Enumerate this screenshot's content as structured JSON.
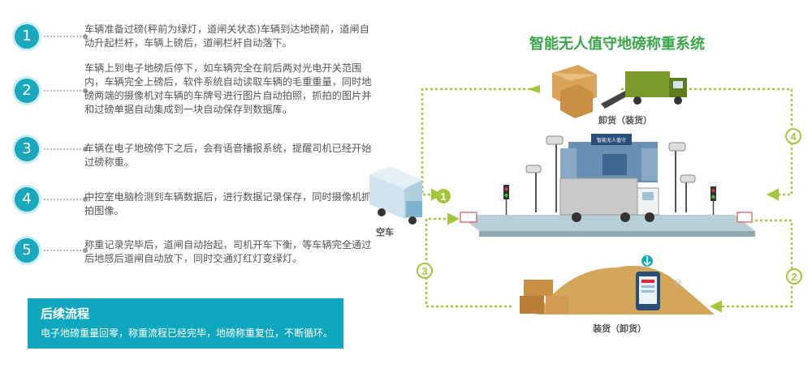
{
  "steps": [
    {
      "num": "1",
      "text": "车辆准备过磅(秤前为绿灯，道闸关状态)车辆到达地磅前，道闸自动升起栏杆，车辆上磅后，道闸栏杆自动落下。"
    },
    {
      "num": "2",
      "text": "车辆上到电子地磅后停下，如车辆完全在前后两对光电开关范围内，车辆完全上磅后，软件系统自动读取车辆的毛重重量，同时地磅两端的摄像机对车辆的车牌号进行图片自动拍照，抓拍的图片并和过磅单据自动集成到一块自动保存到数据库。"
    },
    {
      "num": "3",
      "text": "车辆在电子地磅停下之后，会有语音播报系统，提醒司机已经开始过磅称重。"
    },
    {
      "num": "4",
      "text": "中控室电脑检测到车辆数据后，进行数据记录保存，同时摄像机抓拍图像。"
    },
    {
      "num": "5",
      "text": "称重记录完毕后，道闸自动抬起，司机开车下衡，等车辆完全通过后地感后道闸自动放下，同时交通灯红灯变绿灯。"
    }
  ],
  "summary": {
    "title": "后续流程",
    "text": "电子地磅重量回零，称重流程已经完毕，地磅称重复位，不断循环。"
  },
  "diagram": {
    "title": "智能无人值守地磅称重系统",
    "unload_label": "卸货（装货）",
    "load_label": "装货（卸货）",
    "empty_truck_label": "空车",
    "station_sign": "智能无人值守",
    "flow_numbers": [
      "1",
      "2",
      "3",
      "4"
    ],
    "colors": {
      "title": "#3aa64a",
      "arrow": "#a4c639",
      "accent": "#1aa8bd"
    }
  }
}
